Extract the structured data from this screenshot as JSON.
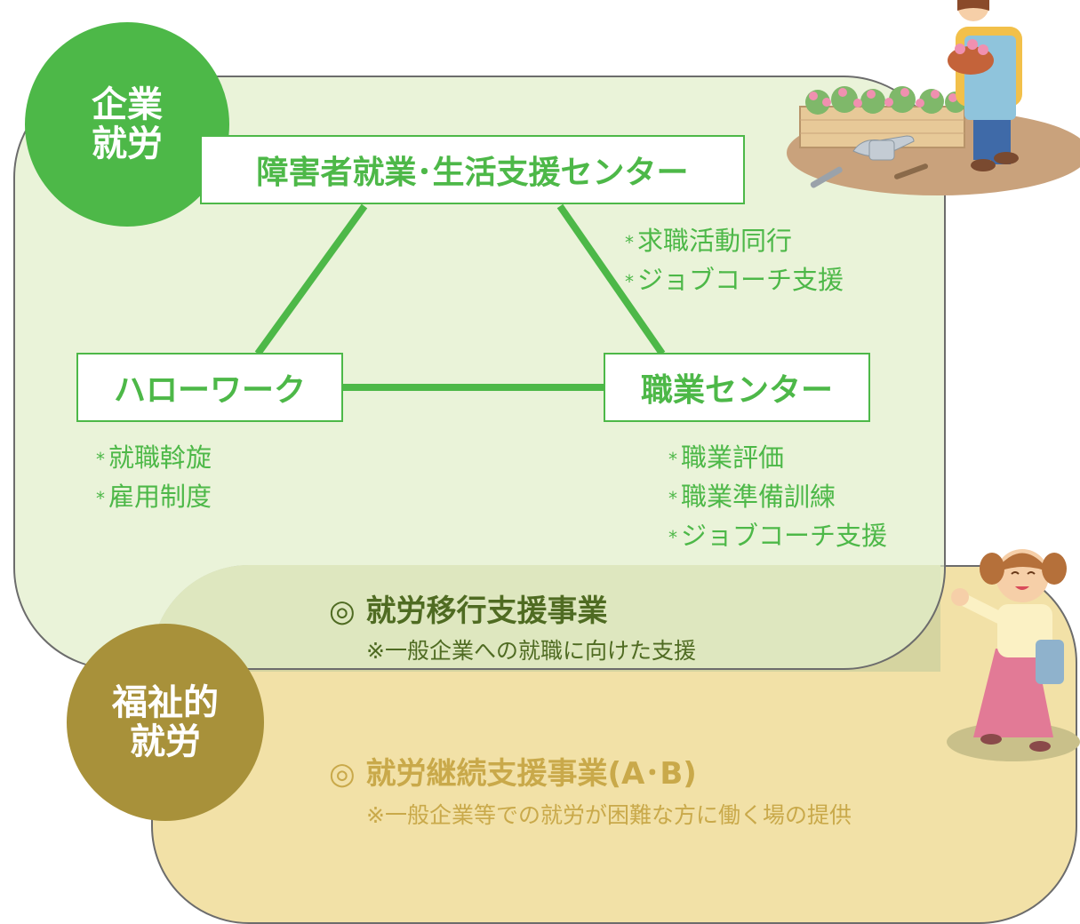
{
  "categories": {
    "corporate": [
      "企業",
      "就労"
    ],
    "welfare": [
      "福祉的",
      "就労"
    ]
  },
  "nodes": {
    "center": "障害者就業･生活支援センター",
    "hellowork": "ハローワーク",
    "vocational": "職業センター"
  },
  "services": {
    "center": [
      "求職活動同行",
      "ジョブコーチ支援"
    ],
    "hellowork": [
      "就職斡旋",
      "雇用制度"
    ],
    "vocational": [
      "職業評価",
      "職業準備訓練",
      "ジョブコーチ支援"
    ]
  },
  "bullet_mark": "*",
  "programs": {
    "transition": {
      "mark": "◎",
      "title": "就労移行支援事業",
      "note": "※一般企業への就職に向けた支援"
    },
    "continuation": {
      "mark": "◎",
      "title": "就労継続支援事業(A･B)",
      "note": "※一般企業等での就労が困難な方に働く場の提供"
    }
  },
  "colors": {
    "corporate_green": "#4db848",
    "corporate_region": "#e2eecb",
    "welfare_gold": "#a8913a",
    "welfare_region": "#f2e1a7",
    "overlap_region": "#d5d4a0",
    "transition_text": "#4f6b22",
    "continuation_text": "#c9a94a"
  },
  "illustrations": [
    "gardener-with-flowers",
    "waving-woman"
  ]
}
